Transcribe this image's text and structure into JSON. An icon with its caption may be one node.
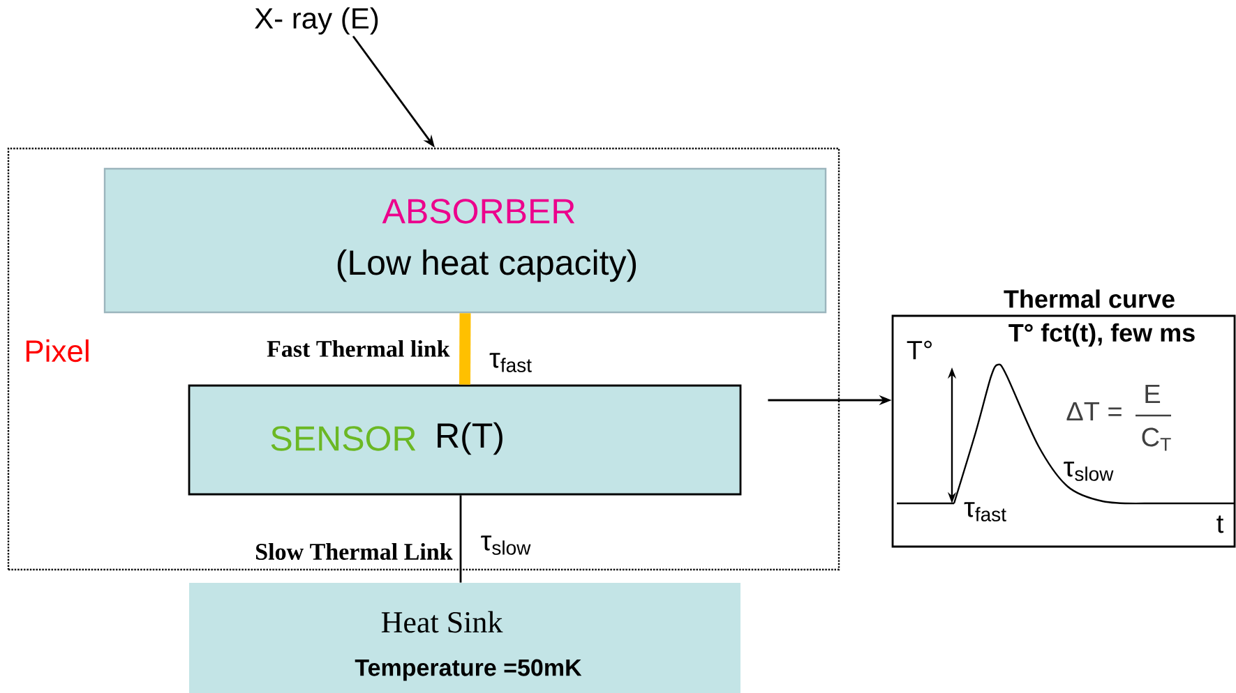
{
  "diagram": {
    "nodes": [
      {
        "text": [
          "X- ray (E)"
        ]
      },
      {
        "text": [
          "Pixel"
        ]
      },
      {
        "text": [
          "ABSORBER",
          "(Low heat capacity)"
        ],
        "in": 1
      },
      {
        "text": [
          "SENSOR",
          "R(T)"
        ],
        "in": 1
      },
      {
        "text": [
          "Heat Sink",
          "Temperature =50mK"
        ]
      },
      {
        "text": [
          "Thermal curve",
          "T° fct(t),  few ms"
        ]
      }
    ],
    "edges": [
      {
        "from": 0,
        "to": 1,
        "arrow": "to"
      },
      {
        "from": 2,
        "to": 3,
        "arrow": "none",
        "label": "Fast Thermal link",
        "style": "thick",
        "color": "#ffc000"
      },
      {
        "from": 3,
        "to": 4,
        "arrow": "none",
        "label": "Slow Thermal Link"
      },
      {
        "from": 3,
        "to": 5,
        "arrow": "to"
      }
    ],
    "labels": [
      "τ$_{fast}$",
      "T°",
      "ΔT =",
      "E",
      "C$_{T}$",
      "τ$_{slow}$",
      "τ$_{fast}$",
      "t",
      "τ$_{slow}$"
    ]
  }
}
